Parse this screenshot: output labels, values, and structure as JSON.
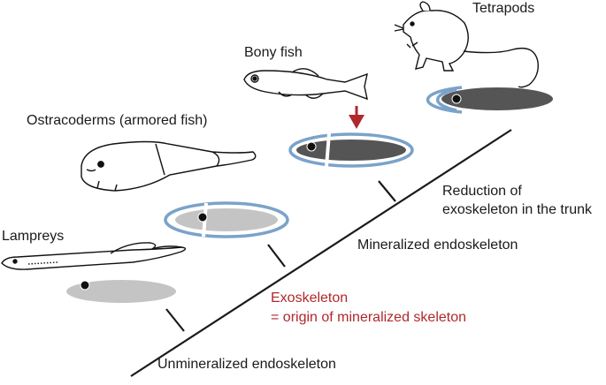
{
  "taxa": {
    "lampreys": "Lampreys",
    "ostracoderms": "Ostracoderms (armored fish)",
    "bony_fish": "Bony fish",
    "tetrapods": "Tetrapods"
  },
  "traits": {
    "unmineralized": "Unmineralized endoskeleton",
    "exoskeleton_line1": "Exoskeleton",
    "exoskeleton_line2": "= origin of mineralized skeleton",
    "mineralized": "Mineralized endoskeleton",
    "reduction_line1": "Reduction of",
    "reduction_line2": "exoskeleton in the trunk"
  },
  "colors": {
    "exoskeleton_ring": "#7aa3c9",
    "light_endoskeleton": "#c4c4c4",
    "dark_endoskeleton": "#555555",
    "highlight_red": "#b0282c"
  }
}
